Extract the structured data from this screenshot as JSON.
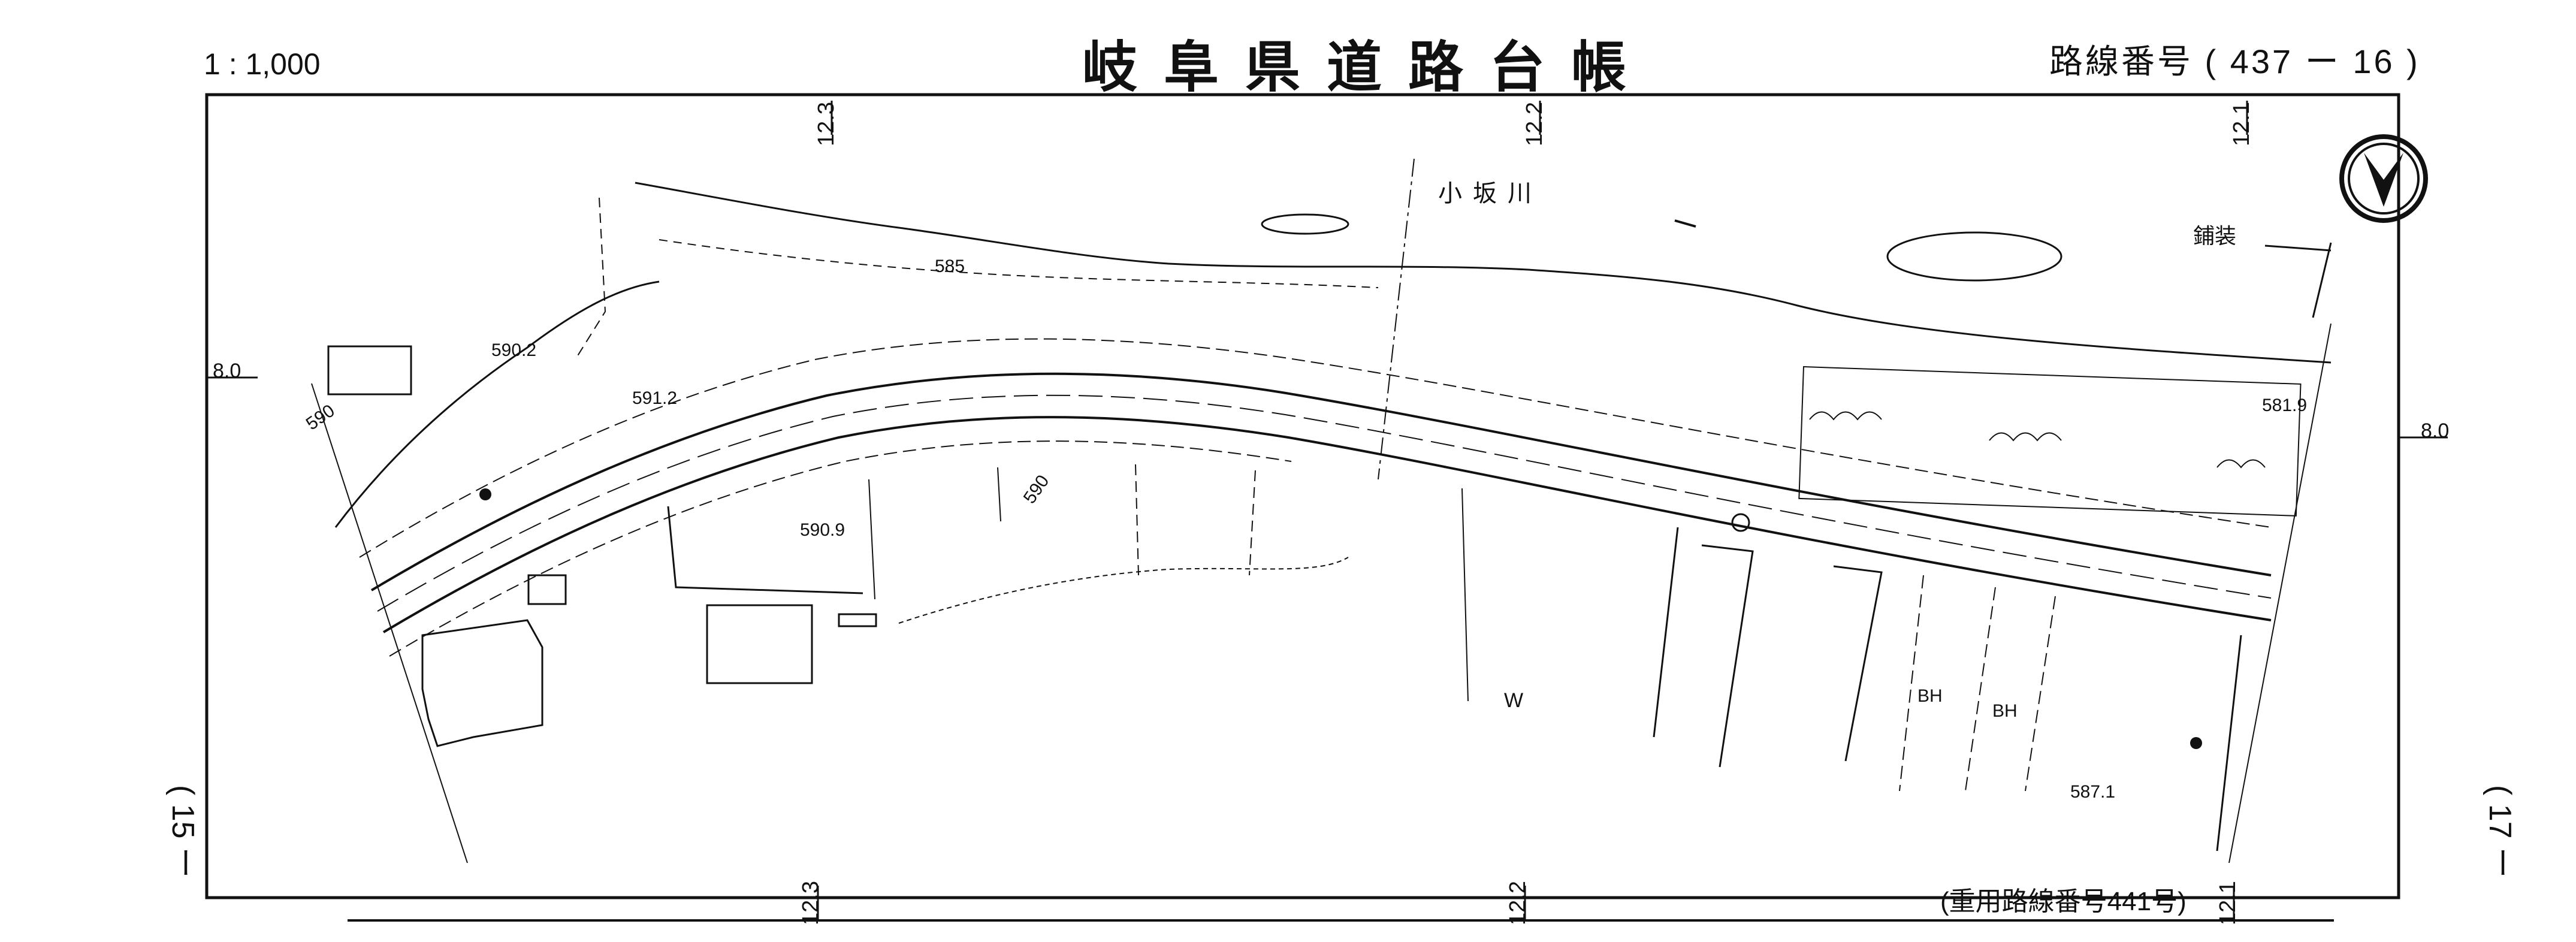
{
  "header": {
    "scale": "1 : 1,000",
    "title": "岐阜県道路台帳",
    "route_number": "路線番号 ( 437 ー 16 )"
  },
  "footer": {
    "shared_route": "(重用路線番号441号)"
  },
  "sheet_links": {
    "left": "( 15 ー",
    "right": "( 17 ー"
  },
  "distance_marks": {
    "top": [
      "12.3",
      "12.2",
      "12.1"
    ],
    "bottom": [
      "12.3",
      "12.2",
      "12.1"
    ]
  },
  "offsets": {
    "left": "8.0",
    "right": "8.0"
  },
  "map_labels": {
    "river": "小坂川",
    "pavement": "鋪装",
    "contour_585": "585",
    "contour_590_a": "590",
    "contour_590_b": "590",
    "elev_590_2": "590.2",
    "elev_591_2": "591.2",
    "elev_590_9": "590.9",
    "elev_581_9": "581.9",
    "elev_587_1": "587.1",
    "bh_1": "BH",
    "bh_2": "BH",
    "w": "W"
  },
  "colors": {
    "ink": "#111111",
    "paper": "#ffffff"
  },
  "icons": [
    "north-arrow-icon"
  ]
}
